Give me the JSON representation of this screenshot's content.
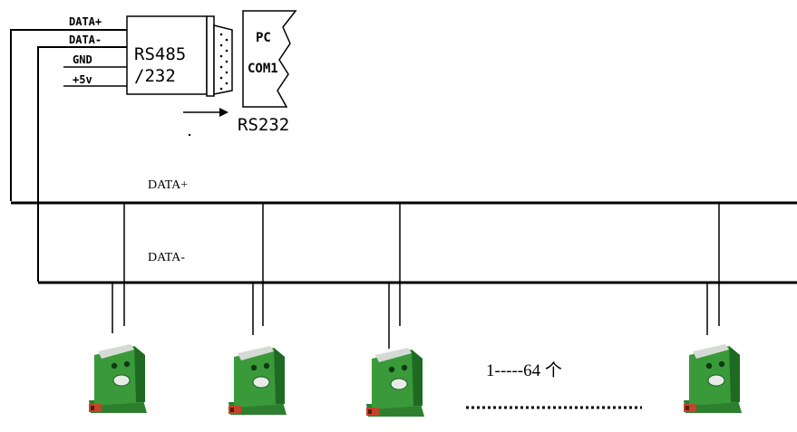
{
  "converter": {
    "pins": [
      "DATA+",
      "DATA-",
      "GND",
      "+5v"
    ],
    "title_line1": "RS485",
    "title_line2": "/232",
    "bottom_label": "RS232"
  },
  "pc": {
    "label_line1": "PC",
    "label_line2": "COM1"
  },
  "bus": {
    "data_plus_label": "DATA+",
    "data_minus_label": "DATA-"
  },
  "devices": {
    "count_label": "1-----64 个"
  },
  "colors": {
    "line": "#000000",
    "device_body": "#3a9a3a",
    "device_dark": "#1f6a22",
    "device_face": "#d6dad6",
    "device_terminal": "#c0452a"
  }
}
